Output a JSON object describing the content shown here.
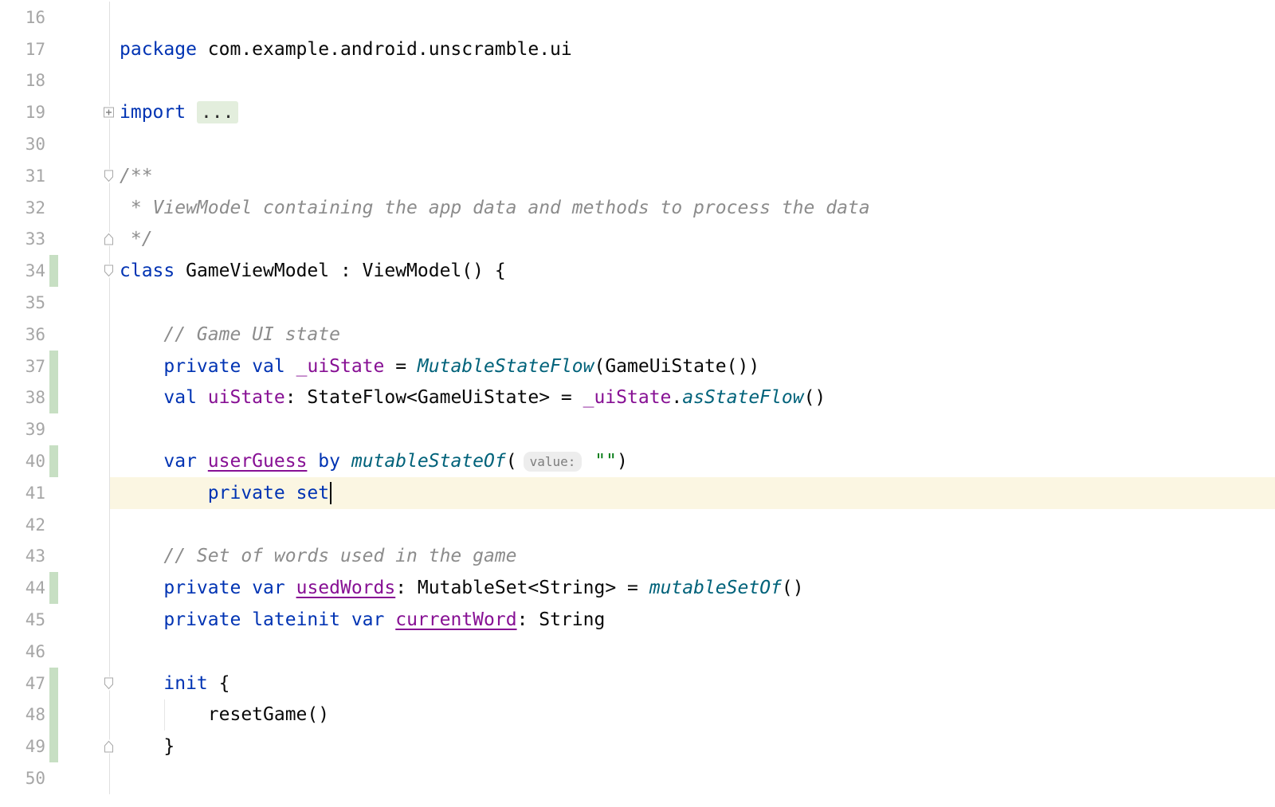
{
  "app": {
    "title": "Kotlin code editor — GameViewModel.kt"
  },
  "colors": {
    "keyword": "#0033b3",
    "plain_text": "#080808",
    "comment": "#8c8c8c",
    "string": "#067d17",
    "property": "#871094",
    "function_call": "#00627a",
    "line_number": "#a6a6a6",
    "change_marker": "#c7dfc3",
    "current_line_highlight": "#fbf6e2",
    "folded_region_bg": "#e3eedd",
    "parameter_hint_bg": "#ededed",
    "gutter_separator": "#e0e0e0"
  },
  "editor": {
    "parameter_hint_label": "value:",
    "lines": [
      {
        "num": "16",
        "tokens": []
      },
      {
        "num": "17",
        "tokens": [
          [
            "kw",
            "package"
          ],
          [
            "pl",
            " com.example.android.unscramble.ui"
          ]
        ]
      },
      {
        "num": "18",
        "tokens": []
      },
      {
        "num": "19",
        "fold": "plus",
        "tokens": [
          [
            "kw",
            "import"
          ],
          [
            "pl",
            " "
          ],
          [
            "fd",
            "..."
          ]
        ]
      },
      {
        "num": "30",
        "tokens": []
      },
      {
        "num": "31",
        "fold": "start",
        "tokens": [
          [
            "cm",
            "/**"
          ]
        ]
      },
      {
        "num": "32",
        "tokens": [
          [
            "cm",
            " * ViewModel containing the app data and methods to process the data"
          ]
        ]
      },
      {
        "num": "33",
        "fold": "end",
        "tokens": [
          [
            "cm",
            " */"
          ]
        ]
      },
      {
        "num": "34",
        "bar": true,
        "fold": "start",
        "tokens": [
          [
            "kw",
            "class"
          ],
          [
            "pl",
            " GameViewModel : ViewModel() {"
          ]
        ]
      },
      {
        "num": "35",
        "tokens": []
      },
      {
        "num": "36",
        "tokens": [
          [
            "cm",
            "    // Game UI state"
          ]
        ]
      },
      {
        "num": "37",
        "bar": true,
        "tokens": [
          [
            "pl",
            "    "
          ],
          [
            "kw",
            "private"
          ],
          [
            "pl",
            " "
          ],
          [
            "kw",
            "val"
          ],
          [
            "pl",
            " "
          ],
          [
            "pr",
            "_uiState"
          ],
          [
            "pl",
            " = "
          ],
          [
            "fn",
            "MutableStateFlow"
          ],
          [
            "pl",
            "(GameUiState())"
          ]
        ]
      },
      {
        "num": "38",
        "bar": true,
        "tokens": [
          [
            "pl",
            "    "
          ],
          [
            "kw",
            "val"
          ],
          [
            "pl",
            " "
          ],
          [
            "pr",
            "uiState"
          ],
          [
            "pl",
            ": StateFlow<GameUiState> = "
          ],
          [
            "pr",
            "_uiState"
          ],
          [
            "pl",
            "."
          ],
          [
            "fn",
            "asStateFlow"
          ],
          [
            "pl",
            "()"
          ]
        ]
      },
      {
        "num": "39",
        "tokens": []
      },
      {
        "num": "40",
        "bar": true,
        "tokens": [
          [
            "pl",
            "    "
          ],
          [
            "kw",
            "var"
          ],
          [
            "pl",
            " "
          ],
          [
            "pu",
            "userGuess"
          ],
          [
            "pl",
            " "
          ],
          [
            "kw",
            "by"
          ],
          [
            "pl",
            " "
          ],
          [
            "fn",
            "mutableStateOf"
          ],
          [
            "pl",
            "("
          ],
          [
            "ht",
            "value:"
          ],
          [
            "pl",
            " "
          ],
          [
            "st",
            "\"\""
          ],
          [
            "pl",
            ")"
          ]
        ]
      },
      {
        "num": "41",
        "hl": true,
        "caret": true,
        "tokens": [
          [
            "pl",
            "        "
          ],
          [
            "kw",
            "private"
          ],
          [
            "pl",
            " "
          ],
          [
            "kw",
            "set"
          ]
        ]
      },
      {
        "num": "42",
        "tokens": []
      },
      {
        "num": "43",
        "tokens": [
          [
            "cm",
            "    // Set of words used in the game"
          ]
        ]
      },
      {
        "num": "44",
        "bar": true,
        "tokens": [
          [
            "pl",
            "    "
          ],
          [
            "kw",
            "private"
          ],
          [
            "pl",
            " "
          ],
          [
            "kw",
            "var"
          ],
          [
            "pl",
            " "
          ],
          [
            "pu",
            "usedWords"
          ],
          [
            "pl",
            ": MutableSet<String> = "
          ],
          [
            "fn",
            "mutableSetOf"
          ],
          [
            "pl",
            "()"
          ]
        ]
      },
      {
        "num": "45",
        "tokens": [
          [
            "pl",
            "    "
          ],
          [
            "kw",
            "private"
          ],
          [
            "pl",
            " "
          ],
          [
            "kw",
            "lateinit"
          ],
          [
            "pl",
            " "
          ],
          [
            "kw",
            "var"
          ],
          [
            "pl",
            " "
          ],
          [
            "pu",
            "currentWord"
          ],
          [
            "pl",
            ": String"
          ]
        ]
      },
      {
        "num": "46",
        "tokens": []
      },
      {
        "num": "47",
        "bar": true,
        "fold": "start",
        "tokens": [
          [
            "pl",
            "    "
          ],
          [
            "kw",
            "init"
          ],
          [
            "pl",
            " {"
          ]
        ]
      },
      {
        "num": "48",
        "bar": true,
        "guide": true,
        "tokens": [
          [
            "pl",
            "        resetGame()"
          ]
        ]
      },
      {
        "num": "49",
        "bar": true,
        "fold": "end",
        "tokens": [
          [
            "pl",
            "    }"
          ]
        ]
      },
      {
        "num": "50",
        "tokens": []
      }
    ]
  }
}
